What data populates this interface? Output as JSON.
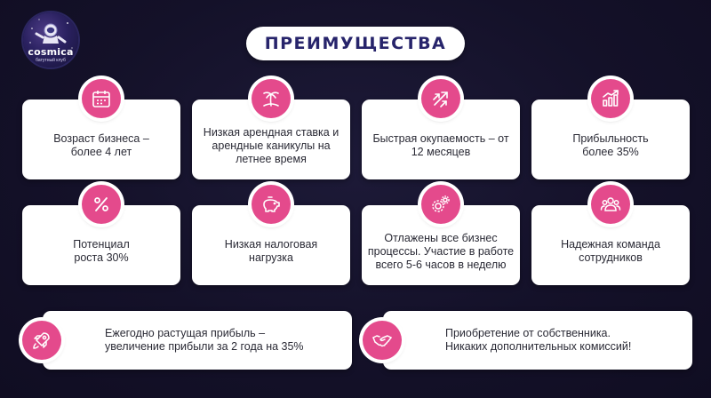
{
  "logo": {
    "name": "cosmica",
    "tagline": "батутный клуб"
  },
  "title": "ПРЕИМУЩЕСТВА",
  "accent_color": "#e44a8c",
  "title_color": "#27246b",
  "cards": [
    {
      "icon": "calendar-icon",
      "line1": "Возраст бизнеса –",
      "line2": "более 4 лет",
      "line3": ""
    },
    {
      "icon": "palm-island-icon",
      "line1": "Низкая арендная ставка и",
      "line2": "арендные каникулы на",
      "line3": "летнее время"
    },
    {
      "icon": "growth-arrows-icon",
      "line1": "Быстрая окупаемость – от",
      "line2": "12 месяцев",
      "line3": ""
    },
    {
      "icon": "bar-chart-icon",
      "line1": "Прибыльность",
      "line2": "более 35%",
      "line3": ""
    },
    {
      "icon": "percent-icon",
      "line1": "Потенциал",
      "line2": "роста 30%",
      "line3": ""
    },
    {
      "icon": "piggy-bank-icon",
      "line1": "Низкая налоговая",
      "line2": "нагрузка",
      "line3": ""
    },
    {
      "icon": "gears-icon",
      "line1": "Отлажены все бизнес",
      "line2": "процессы. Участие в работе",
      "line3": "всего 5-6 часов в неделю"
    },
    {
      "icon": "team-icon",
      "line1": "Надежная команда",
      "line2": "сотрудников",
      "line3": ""
    }
  ],
  "wide_cards": [
    {
      "icon": "rocket-icon",
      "line1": "Ежегодно растущая прибыль –",
      "line2": "увеличение прибыли за 2 года на 35%"
    },
    {
      "icon": "handshake-icon",
      "line1": "Приобретение от собственника.",
      "line2": "Никаких дополнительных комиссий!"
    }
  ]
}
